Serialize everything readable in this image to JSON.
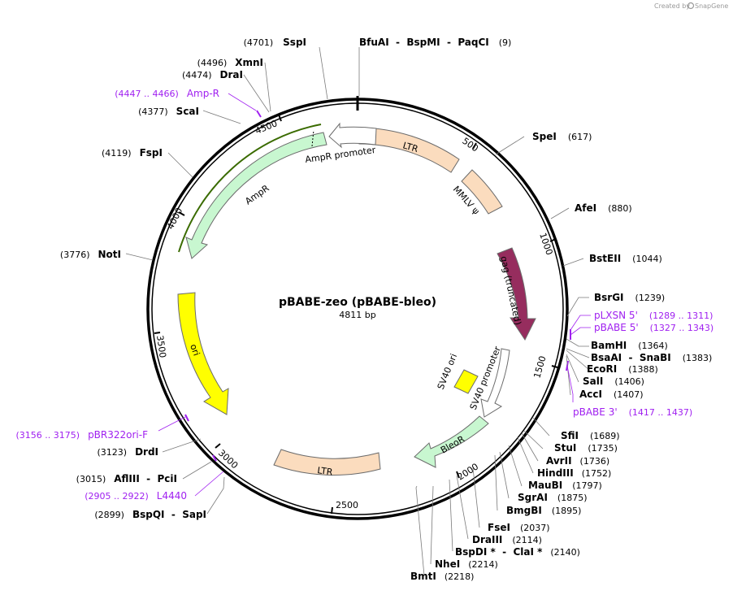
{
  "plasmid": {
    "name": "pBABE-zeo (pBABE-bleo)",
    "size_label": "4811 bp"
  },
  "credit": {
    "prefix": "Created by",
    "brand": "SnapGene"
  },
  "ticks": [
    "500",
    "1000",
    "1500",
    "2000",
    "2500",
    "3000",
    "3500",
    "4000",
    "4500"
  ],
  "features": [
    {
      "name": "LTR",
      "color": "#fbdcbe"
    },
    {
      "name": "MMLV ψ",
      "color": "#fbdcbe"
    },
    {
      "name": "gag (truncated)",
      "color": "#962d5e"
    },
    {
      "name": "SV40 promoter",
      "color": "#ffffff"
    },
    {
      "name": "SV40 ori",
      "color": "#ffff00"
    },
    {
      "name": "BleoR",
      "color": "#c8f7d0"
    },
    {
      "name": "LTR",
      "color": "#fbdcbe"
    },
    {
      "name": "ori",
      "color": "#ffff00"
    },
    {
      "name": "AmpR",
      "color": "#c8f7d0"
    },
    {
      "name": "AmpR promoter",
      "color": "#ffffff"
    }
  ],
  "sites": [
    {
      "name": "SspI",
      "pos": "(4701)"
    },
    {
      "name": "BfuAI  -  BspMI  -  PaqCI",
      "pos": "(9)"
    },
    {
      "name": "SpeI",
      "pos": "(617)"
    },
    {
      "name": "AfeI",
      "pos": "(880)"
    },
    {
      "name": "BstEII",
      "pos": "(1044)"
    },
    {
      "name": "BsrGI",
      "pos": "(1239)"
    },
    {
      "name": "BamHI",
      "pos": "(1364)"
    },
    {
      "name": "BsaAI  -  SnaBI",
      "pos": "(1383)"
    },
    {
      "name": "EcoRI",
      "pos": "(1388)"
    },
    {
      "name": "SalI",
      "pos": "(1406)"
    },
    {
      "name": "AccI",
      "pos": "(1407)"
    },
    {
      "name": "SfiI",
      "pos": "(1689)"
    },
    {
      "name": "StuI",
      "pos": "(1735)"
    },
    {
      "name": "AvrII",
      "pos": "(1736)"
    },
    {
      "name": "HindIII",
      "pos": "(1752)"
    },
    {
      "name": "MauBI",
      "pos": "(1797)"
    },
    {
      "name": "SgrAI",
      "pos": "(1875)"
    },
    {
      "name": "BmgBI",
      "pos": "(1895)"
    },
    {
      "name": "FseI",
      "pos": "(2037)"
    },
    {
      "name": "DraIII",
      "pos": "(2114)"
    },
    {
      "name": "BspDI *  -  ClaI *",
      "pos": "(2140)"
    },
    {
      "name": "NheI",
      "pos": "(2214)"
    },
    {
      "name": "BmtI",
      "pos": "(2218)"
    },
    {
      "name": "BspQI  -  SapI",
      "pos": "(2899)"
    },
    {
      "name": "AflIII  -  PciI",
      "pos": "(3015)"
    },
    {
      "name": "DrdI",
      "pos": "(3123)"
    },
    {
      "name": "NotI",
      "pos": "(3776)"
    },
    {
      "name": "FspI",
      "pos": "(4119)"
    },
    {
      "name": "ScaI",
      "pos": "(4377)"
    },
    {
      "name": "DraI",
      "pos": "(4474)"
    },
    {
      "name": "XmnI",
      "pos": "(4496)"
    }
  ],
  "primers": [
    {
      "name": "pLXSN 5'",
      "pos": "(1289 .. 1311)"
    },
    {
      "name": "pBABE 5'",
      "pos": "(1327 .. 1343)"
    },
    {
      "name": "pBABE 3'",
      "pos": "(1417 .. 1437)"
    },
    {
      "name": "pBR322ori-F",
      "pos": "(3156 .. 3175)"
    },
    {
      "name": "L4440",
      "pos": "(2905 .. 2922)"
    },
    {
      "name": "Amp-R",
      "pos": "(4447 .. 4466)"
    }
  ]
}
